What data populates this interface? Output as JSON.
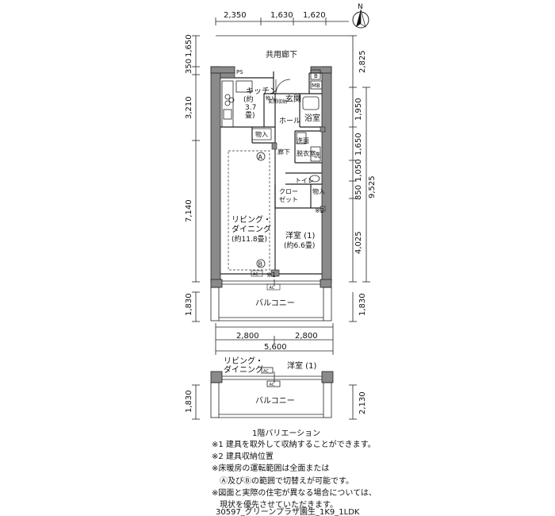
{
  "dims_top": [
    "2,350",
    "1,630",
    "1,620"
  ],
  "dims_left": [
    "1,650",
    "350",
    "3,210",
    "7,140",
    "1,830"
  ],
  "dims_right": [
    "2,825",
    "1,950",
    "1,650",
    "1,050",
    "850",
    "9,525",
    "4,025",
    "1,830"
  ],
  "dims_bottom": [
    "2,800",
    "2,800",
    "5,600"
  ],
  "dims_variation": [
    "1,830",
    "2,130"
  ],
  "north": "N",
  "labels": {
    "corridor": "共用廊下",
    "pipe_space": "PS",
    "mb": "MB",
    "b": "B",
    "kitchen": "キッチン",
    "kitchen_size1": "(約",
    "kitchen_size2": "3.7",
    "kitchen_size3": "畳)",
    "closet_a": "物入",
    "closet_b": "玄関収納",
    "entrance": "玄関",
    "hall": "ホール",
    "bath": "浴室",
    "storage1": "物入",
    "hallway": "廊下",
    "washroom1": "洗面",
    "washroom2": "脱衣室",
    "washer": "洗",
    "toilet": "トイレ",
    "closet_c1": "クロー",
    "closet_c2": "ゼット",
    "storage2": "物入",
    "mark2": "※2",
    "living1": "リビング・",
    "living2": "ダイニング",
    "living_size": "(約11.8畳)",
    "bedroom": "洋室 (1)",
    "bedroom_size": "(約6.6畳)",
    "zone_a": "A",
    "zone_b": "B",
    "ac": "AC",
    "mark1": "※1",
    "balcony": "バルコニー"
  },
  "variation": {
    "living": "リビング・",
    "dining": "ダイニング",
    "bedroom": "洋室 (1)",
    "balcony": "バルコニー",
    "ac": "AC",
    "caption": "1階バリエーション"
  },
  "notes": [
    "※1 建具を取外して収納することができます。",
    "※2 建具収納位置",
    "※床暖房の運転範囲は全面または",
    "　Ⓐ及びⒷの範囲で切替えが可能です。",
    "※図面と実際の住宅が異なる場合については、",
    "　現状を優先させていただきます。"
  ],
  "footer": "30597_グリーンプラザ園生_1K9_1LDK",
  "colors": {
    "wall": "#8a8a8a",
    "line": "#222222",
    "background": "#ffffff"
  }
}
